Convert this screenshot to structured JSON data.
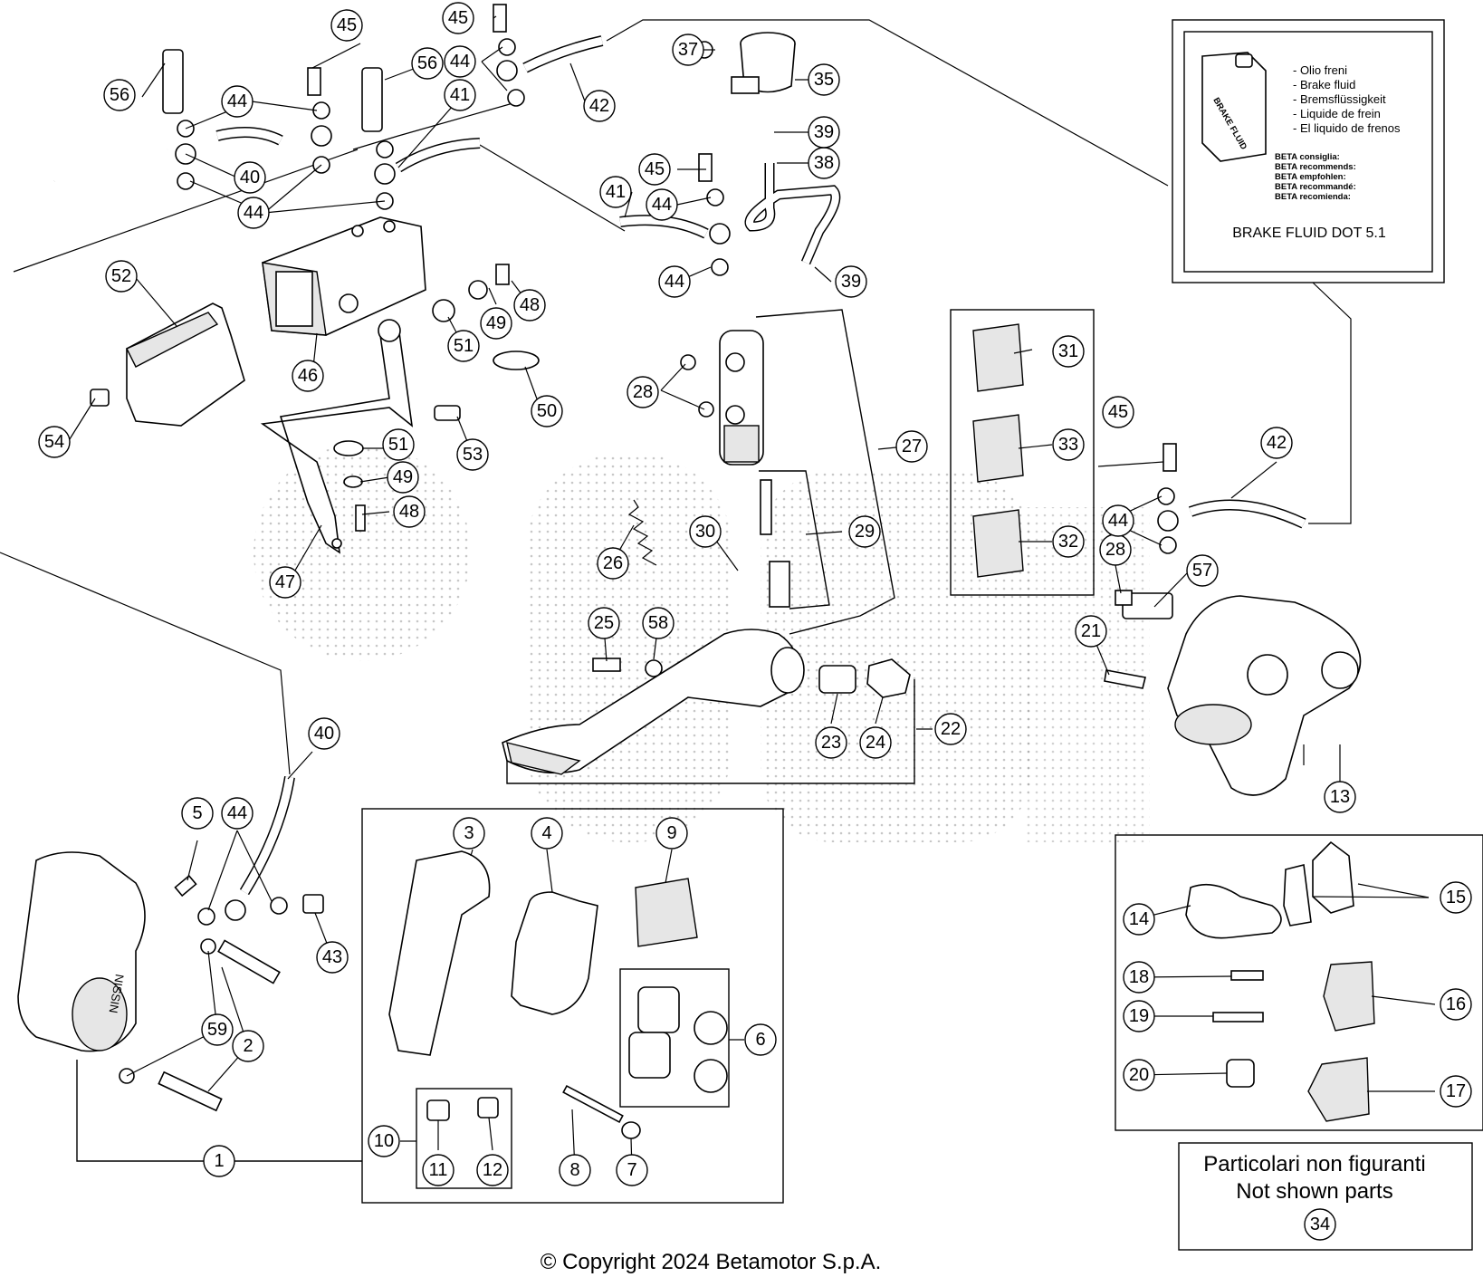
{
  "fluid_box": {
    "lines": [
      "- Olio freni",
      "- Brake fluid",
      "- Bremsflüssigkeit",
      "- Liquide de frein",
      "- El liquido de frenos"
    ],
    "recommend": [
      "BETA consiglia:",
      "BETA recommends:",
      "BETA empfohlen:",
      "BETA recommandé:",
      "BETA recomienda:"
    ],
    "product": "BRAKE FLUID DOT 5.1",
    "can_label": "BRAKE FLUID"
  },
  "not_shown": {
    "line1": "Particolari non figuranti",
    "line2": "Not shown parts",
    "part": "34"
  },
  "caliper_mark": "NISSIN",
  "copyright": "© Copyright 2024 Betamotor S.p.A.",
  "callouts": [
    "1",
    "2",
    "3",
    "4",
    "5",
    "6",
    "7",
    "8",
    "9",
    "10",
    "11",
    "12",
    "13",
    "14",
    "15",
    "16",
    "17",
    "18",
    "19",
    "20",
    "21",
    "22",
    "23",
    "24",
    "25",
    "26",
    "27",
    "28",
    "29",
    "30",
    "31",
    "32",
    "33",
    "35",
    "37",
    "38",
    "39",
    "40",
    "41",
    "42",
    "43",
    "44",
    "45",
    "46",
    "47",
    "48",
    "49",
    "50",
    "51",
    "52",
    "53",
    "54",
    "56",
    "57",
    "58",
    "59"
  ]
}
